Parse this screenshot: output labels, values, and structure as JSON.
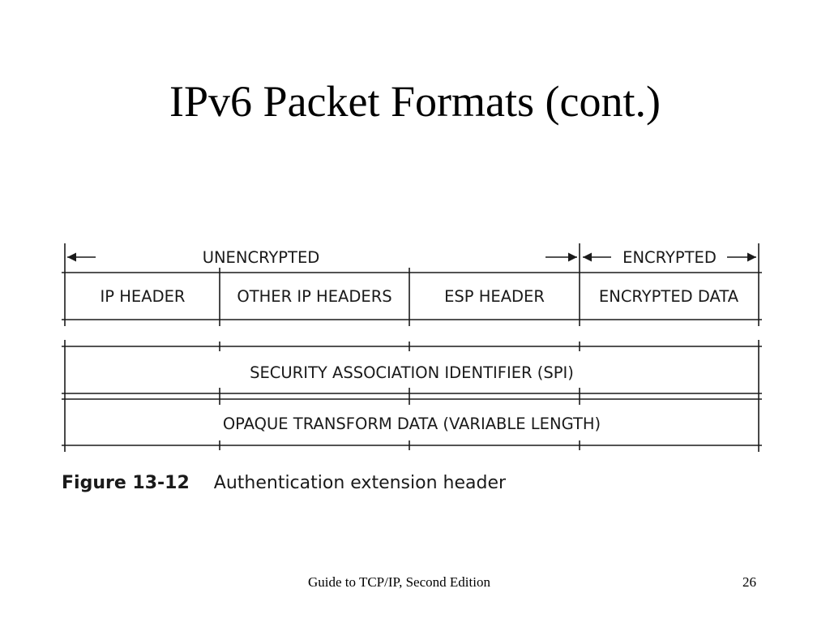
{
  "slide": {
    "title": "IPv6 Packet Formats (cont.)"
  },
  "diagram": {
    "label_unencrypted": "UNENCRYPTED",
    "label_encrypted": "ENCRYPTED",
    "packet_fields": [
      "IP HEADER",
      "OTHER IP HEADERS",
      "ESP HEADER",
      "ENCRYPTED DATA"
    ],
    "esp_header_fields": [
      "SECURITY ASSOCIATION IDENTIFIER (SPI)",
      "OPAQUE TRANSFORM DATA (VARIABLE LENGTH)"
    ]
  },
  "caption": {
    "figure_label": "Figure 13-12",
    "figure_text": "Authentication extension header"
  },
  "footer": {
    "text": "Guide to TCP/IP, Second Edition",
    "page_number": "26"
  }
}
